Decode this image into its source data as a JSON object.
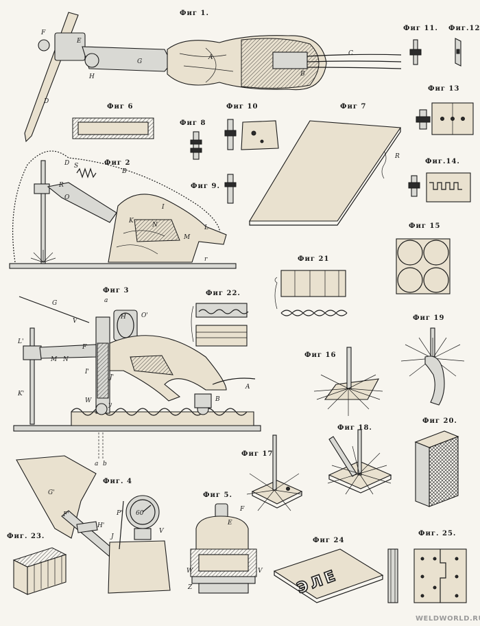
{
  "figures": {
    "f1": "Фиг 1.",
    "f2": "Фиг 2",
    "f3": "Фиг 3",
    "f4": "Фиг. 4",
    "f5": "Фиг 5.",
    "f6": "Фиг 6",
    "f7": "Фиг 7",
    "f8": "Фиг 8",
    "f9": "Фиг 9.",
    "f10": "Фиг 10",
    "f11": "Фиг 11.",
    "f12": "Фиг.12.",
    "f13": "Фиг 13",
    "f14": "Фиг.14.",
    "f15": "Фиг 15",
    "f16": "Фиг 16",
    "f17": "Фиг 17",
    "f18": "Фиг 18.",
    "f19": "Фиг 19",
    "f20": "Фиг 20.",
    "f21": "Фиг 21",
    "f22": "Фиг 22.",
    "f23": "Фиг. 23.",
    "f24": "Фиг 24",
    "f25": "Фиг. 25."
  },
  "letters": {
    "fig1": [
      "F",
      "E",
      "G",
      "H",
      "A",
      "C",
      "B",
      "D"
    ],
    "fig2": [
      "D",
      "S",
      "B",
      "R",
      "O",
      "K",
      "N",
      "I",
      "L",
      "M",
      "r"
    ],
    "fig3": [
      "G",
      "V",
      "H",
      "O'",
      "a",
      "L'",
      "M",
      "N",
      "F",
      "I'",
      "J'",
      "K'",
      "W",
      "y",
      "B",
      "A",
      "a",
      "b"
    ],
    "fig4": [
      "G'",
      "F'",
      "H'",
      "P'",
      "J",
      "V"
    ],
    "fig5": [
      "F",
      "E",
      "W",
      "V",
      "Z"
    ],
    "fig7": [
      "R"
    ]
  },
  "sign_text": "ЭЛЕ",
  "gauge_text": "60",
  "watermark": "WELDWORLD.RU"
}
